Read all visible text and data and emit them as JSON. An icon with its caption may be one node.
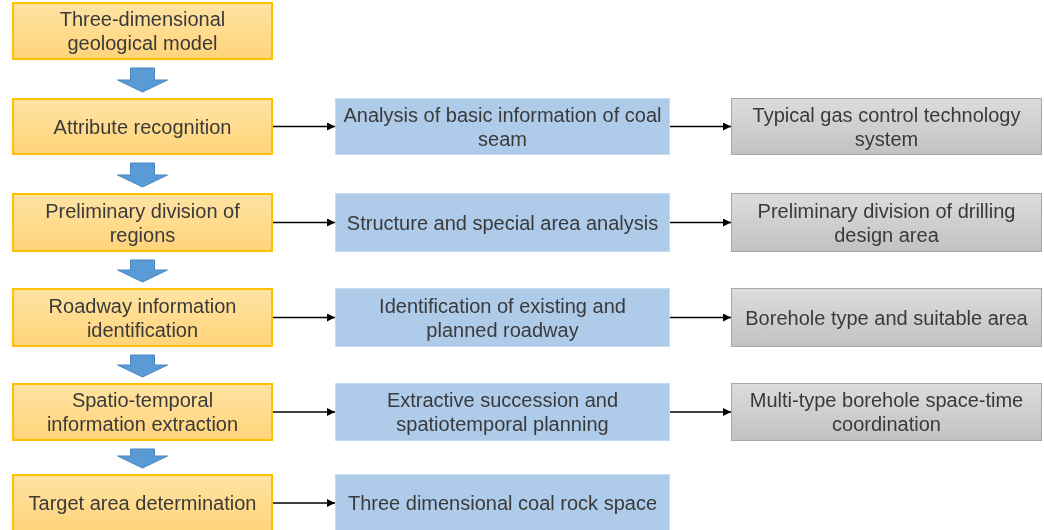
{
  "diagram": {
    "nodes": [
      {
        "text": [
          "Three-dimensional geological model"
        ]
      },
      {
        "text": [
          "Attribute recognition"
        ]
      },
      {
        "text": [
          "Analysis of basic information of coal seam"
        ]
      },
      {
        "text": [
          "Typical gas control technology system"
        ]
      },
      {
        "text": [
          "Preliminary division of regions"
        ]
      },
      {
        "text": [
          "Structure and special area analysis"
        ]
      },
      {
        "text": [
          "Preliminary division of drilling design area"
        ]
      },
      {
        "text": [
          "Roadway information identification"
        ]
      },
      {
        "text": [
          "Identification of existing and planned roadway"
        ]
      },
      {
        "text": [
          "Borehole type and suitable area"
        ]
      },
      {
        "text": [
          "Spatio-temporal information extraction"
        ]
      },
      {
        "text": [
          "Extractive succession and spatiotemporal planning"
        ]
      },
      {
        "text": [
          "Multi-type borehole space-time coordination"
        ]
      },
      {
        "text": [
          "Target area determination"
        ]
      },
      {
        "text": [
          "Three dimensional coal rock space"
        ]
      }
    ],
    "edges": [
      {
        "from": 0,
        "to": 1,
        "arrow": "to",
        "style": "thick",
        "color": "#5b9bd5"
      },
      {
        "from": 1,
        "to": 4,
        "arrow": "to",
        "style": "thick",
        "color": "#5b9bd5"
      },
      {
        "from": 4,
        "to": 7,
        "arrow": "to",
        "style": "thick",
        "color": "#5b9bd5"
      },
      {
        "from": 7,
        "to": 10,
        "arrow": "to",
        "style": "thick",
        "color": "#5b9bd5"
      },
      {
        "from": 10,
        "to": 13,
        "arrow": "to",
        "style": "thick",
        "color": "#5b9bd5"
      },
      {
        "from": 1,
        "to": 2,
        "arrow": "to"
      },
      {
        "from": 2,
        "to": 3,
        "arrow": "to"
      },
      {
        "from": 4,
        "to": 5,
        "arrow": "to"
      },
      {
        "from": 5,
        "to": 6,
        "arrow": "to"
      },
      {
        "from": 7,
        "to": 8,
        "arrow": "to"
      },
      {
        "from": 8,
        "to": 9,
        "arrow": "to"
      },
      {
        "from": 10,
        "to": 11,
        "arrow": "to"
      },
      {
        "from": 11,
        "to": 12,
        "arrow": "to"
      },
      {
        "from": 13,
        "to": 14,
        "arrow": "to"
      }
    ]
  }
}
